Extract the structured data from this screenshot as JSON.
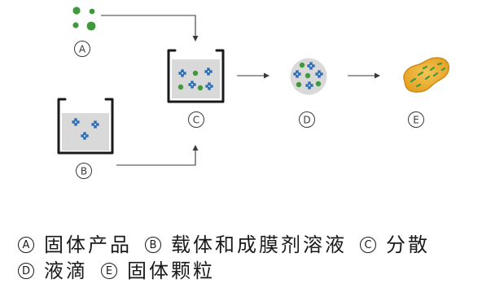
{
  "diagram": {
    "nodes": [
      {
        "label": "A",
        "icon": "green-particles-icon"
      },
      {
        "label": "B",
        "icon": "beaker-solution-icon"
      },
      {
        "label": "C",
        "icon": "beaker-dispersion-icon"
      },
      {
        "label": "D",
        "icon": "droplet-icon"
      },
      {
        "label": "E",
        "icon": "solid-particle-icon"
      }
    ]
  },
  "legend": {
    "lines": [
      [
        {
          "letter": "A",
          "text": "固体产品"
        },
        {
          "letter": "B",
          "text": "载体和成膜剂溶液"
        },
        {
          "letter": "C",
          "text": "分散"
        }
      ],
      [
        {
          "letter": "D",
          "text": "液滴"
        },
        {
          "letter": "E",
          "text": "固体颗粒"
        }
      ]
    ]
  },
  "colors": {
    "ink": "#1a1a1a",
    "line": "#3a3a3a",
    "green": "#3f9a3a",
    "blue": "#2f6fb6",
    "fill": "#d9d9d9",
    "amber": "#e4a022",
    "amberLight": "#f4c453",
    "amberEdge": "#cf8a14"
  }
}
